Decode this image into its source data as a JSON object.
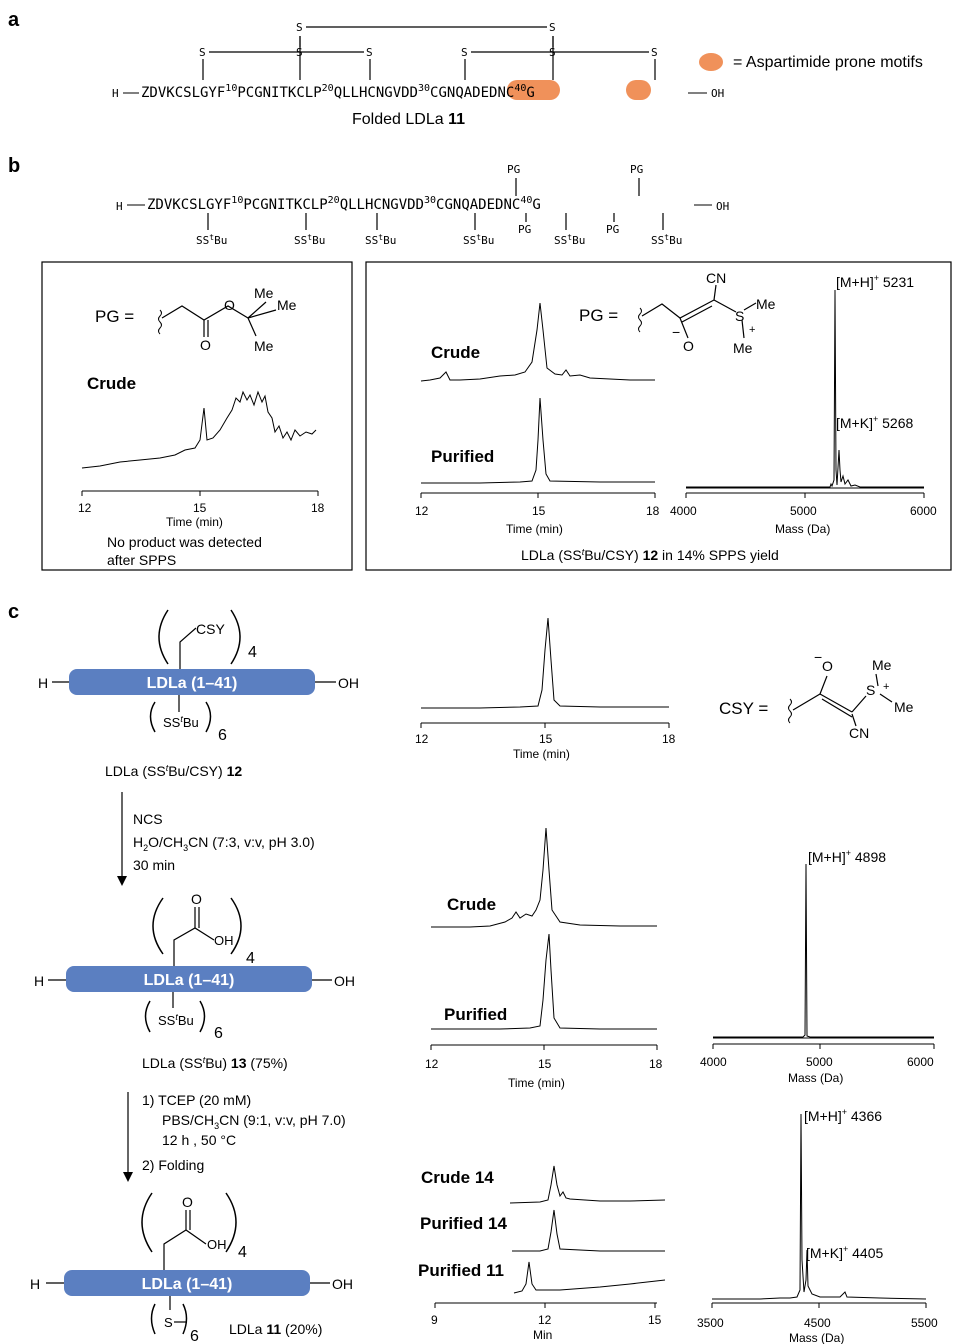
{
  "panel_labels": {
    "a": "a",
    "b": "b",
    "c": "c"
  },
  "panel_a": {
    "n_term": "H",
    "c_term": "OH",
    "sequence_pieces": [
      "ZDVKCSLGYF",
      "10",
      "PCGNITKCLP",
      "20",
      "QLLHCNGVDD",
      "30",
      "CGNQADEDNC",
      "40",
      "G"
    ],
    "bridge_atom": "S",
    "legend_text": "= Aspartimide prone motifs",
    "caption_prefix": "Folded LDLa ",
    "caption_number": "11",
    "motif_color": "#f0915a"
  },
  "panel_b": {
    "n_term": "H",
    "c_term": "OH",
    "sequence_pieces": [
      "ZDVKCSLGYF",
      "10",
      "PCGNITKCLP",
      "20",
      "QLLHCNGVDD",
      "30",
      "CGNQADEDNC",
      "40",
      "G"
    ],
    "pg_label": "PG",
    "sstbu_label": "SS",
    "sstbu_sup": "t",
    "sstbu_tail": "Bu",
    "left_box": {
      "pg_eq": "PG =",
      "me1": "Me",
      "me2": "Me",
      "me3": "Me",
      "o_carbonyl": "O",
      "o_ester": "O",
      "trace_label": "Crude",
      "ticks": [
        "12",
        "15",
        "18"
      ],
      "axis_label": "Time (min)",
      "note_line1": "No product was detected",
      "note_line2": "after SPPS"
    },
    "right_box": {
      "pg_eq": "PG =",
      "cn": "CN",
      "s": "S",
      "plus": "+",
      "minus": "−",
      "o": "O",
      "me1": "Me",
      "me2": "Me",
      "crude_label": "Crude",
      "purified_label": "Purified",
      "ticks": [
        "12",
        "15",
        "18"
      ],
      "axis_label": "Time (min)",
      "ms_peak1_label": "[M+H]",
      "ms_peak1_sup": "+",
      "ms_peak1_val": " 5231",
      "ms_peak2_label": "[M+K]",
      "ms_peak2_sup": "+",
      "ms_peak2_val": " 5268",
      "ms_ticks": [
        "4000",
        "5000",
        "6000"
      ],
      "ms_axis_label": "Mass (Da)",
      "caption_pre": "LDLa (SS",
      "caption_sup": "t",
      "caption_mid": "Bu/CSY) ",
      "caption_num": "12",
      "caption_post": " in 14% SPPS yield"
    }
  },
  "panel_c": {
    "bar_label": "LDLa (1–41)",
    "bar_color": "#5b7fc1",
    "h": "H",
    "oh": "OH",
    "csy": "CSY",
    "sub4": "4",
    "sub6": "6",
    "ss": "SS",
    "t": "t",
    "bu": "Bu",
    "s_only": "S",
    "o": "O",
    "oh_small": "OH",
    "cpd12_pre": "LDLa (SS",
    "cpd12_sup": "t",
    "cpd12_mid": "Bu/CSY) ",
    "cpd12_num": "12",
    "step1_l1": "NCS",
    "step1_l2": "H",
    "step1_l2b": "2",
    "step1_l2c": "O/CH",
    "step1_l2d": "3",
    "step1_l2e": "CN (7:3, v:v, pH 3.0)",
    "step1_l3": "30 min",
    "cpd13_pre": "LDLa (SS",
    "cpd13_sup": "t",
    "cpd13_mid": "Bu) ",
    "cpd13_num": "13",
    "cpd13_post": " (75%)",
    "step2_l1": "1) TCEP (20 mM)",
    "step2_l2a": "PBS/CH",
    "step2_l2b": "3",
    "step2_l2c": "CN (9:1, v:v, pH 7.0)",
    "step2_l3": "12 h , 50 °C",
    "step2_l4": "2) Folding",
    "cpd11_pre": "LDLa ",
    "cpd11_num": "11",
    "cpd11_post": " (20%)",
    "csy_def": {
      "eq": "CSY =",
      "minus": "−",
      "o": "O",
      "me1": "Me",
      "me2": "Me",
      "s": "S",
      "plus": "+",
      "cn": "CN"
    },
    "hplc1_ticks": [
      "12",
      "15",
      "18"
    ],
    "hplc1_axis": "Time (min)",
    "hplc2_crude": "Crude",
    "hplc2_purified": "Purified",
    "hplc2_ticks": [
      "12",
      "15",
      "18"
    ],
    "hplc2_axis": "Time (min)",
    "ms2_label": "[M+H]",
    "ms2_sup": "+",
    "ms2_val": " 4898",
    "ms2_ticks": [
      "4000",
      "5000",
      "6000"
    ],
    "ms2_axis": "Mass (Da)",
    "hplc3_crude": "Crude 14",
    "hplc3_pur14": "Purified 14",
    "hplc3_pur11": "Purified 11",
    "hplc3_ticks": [
      "9",
      "12",
      "15"
    ],
    "hplc3_axis": "Min",
    "ms3_l1": "[M+H]",
    "ms3_l1_sup": "+",
    "ms3_l1_val": " 4366",
    "ms3_l2": "[M+K]",
    "ms3_l2_sup": "+",
    "ms3_l2_val": " 4405",
    "ms3_ticks": [
      "3500",
      "4500",
      "5500"
    ],
    "ms3_axis": "Mass (Da)"
  }
}
